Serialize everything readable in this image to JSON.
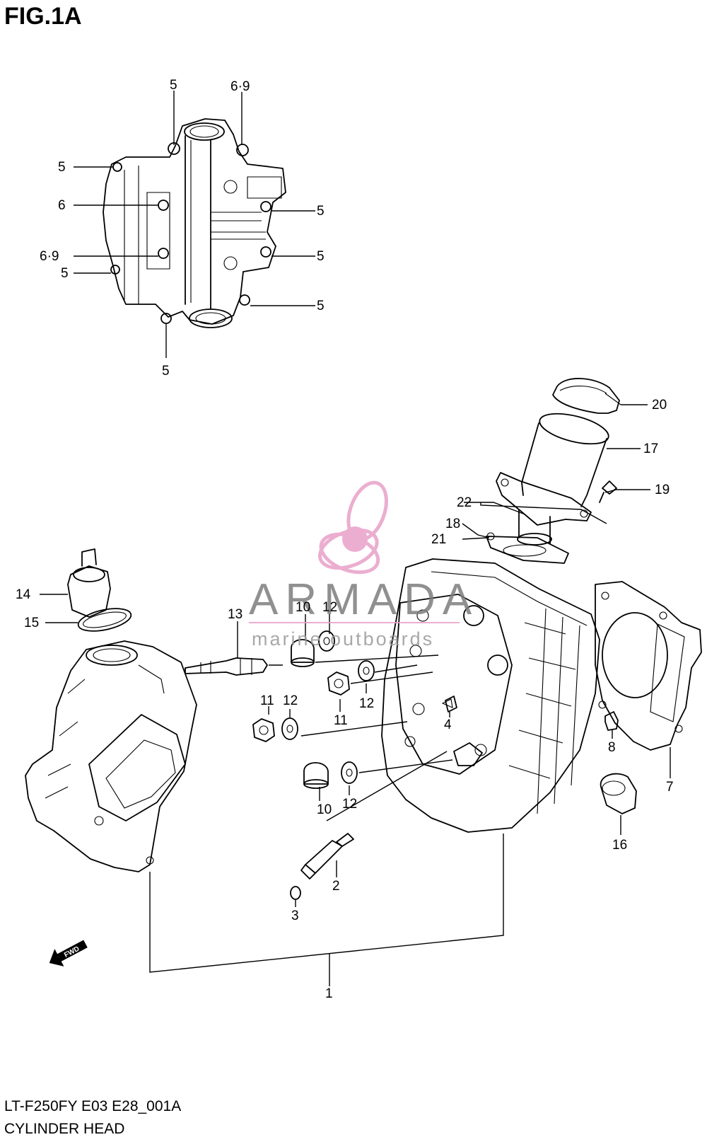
{
  "title": "FIG.1A",
  "footer": {
    "code": "LT-F250FY E03 E28_001A",
    "name": "CYLINDER HEAD"
  },
  "watermark": {
    "name": "ARMADA",
    "tagline": "marine outboards",
    "color": "#e8a0c8"
  },
  "direction_badge": "FWD",
  "callouts": [
    "5",
    "6·9",
    "5",
    "6",
    "5",
    "6·9",
    "5",
    "5",
    "5",
    "5",
    "5",
    "20",
    "17",
    "19",
    "22",
    "18",
    "21",
    "14",
    "15",
    "13",
    "10",
    "12",
    "11",
    "12",
    "4",
    "11",
    "12",
    "8",
    "7",
    "10",
    "12",
    "16",
    "2",
    "3",
    "1"
  ]
}
